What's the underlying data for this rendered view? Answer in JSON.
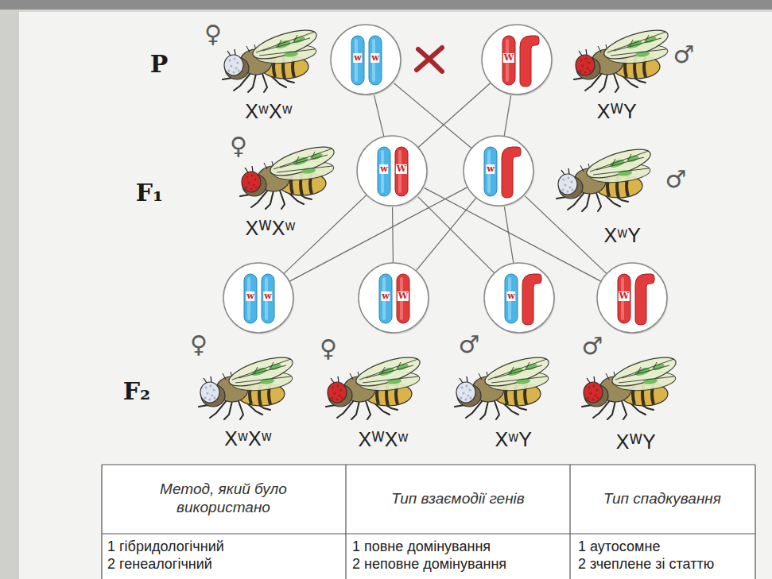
{
  "diagram": {
    "nodes": [
      {
        "text": [
          "w",
          "w"
        ]
      },
      {
        "text": [
          "W"
        ]
      },
      {
        "text": [
          "w",
          "W"
        ]
      },
      {
        "text": [
          "w"
        ]
      },
      {
        "text": [
          "w",
          "w"
        ]
      },
      {
        "text": [
          "w",
          "W"
        ]
      },
      {
        "text": [
          "w"
        ]
      },
      {
        "text": [
          "W"
        ]
      }
    ],
    "edges": [
      {
        "from": 0,
        "to": 2,
        "arrow": "none"
      },
      {
        "from": 0,
        "to": 3,
        "arrow": "none"
      },
      {
        "from": 1,
        "to": 2,
        "arrow": "none"
      },
      {
        "from": 1,
        "to": 3,
        "arrow": "none"
      },
      {
        "from": 2,
        "to": 4,
        "arrow": "none"
      },
      {
        "from": 2,
        "to": 5,
        "arrow": "none"
      },
      {
        "from": 2,
        "to": 6,
        "arrow": "none"
      },
      {
        "from": 2,
        "to": 7,
        "arrow": "none"
      },
      {
        "from": 3,
        "to": 4,
        "arrow": "none"
      },
      {
        "from": 3,
        "to": 5,
        "arrow": "none"
      },
      {
        "from": 3,
        "to": 6,
        "arrow": "none"
      },
      {
        "from": 3,
        "to": 7,
        "arrow": "none"
      }
    ],
    "labels": [
      "P",
      "♀",
      "♂",
      "XʷXʷ",
      "XᵂY",
      "F₁",
      "♀",
      "♂",
      "XᵂXʷ",
      "XʷY",
      "F₂",
      "♀",
      "♀",
      "♂",
      "♂",
      "XʷXʷ",
      "XᵂXʷ",
      "XʷY",
      "XᵂY",
      "Метод, який було використано",
      "Тип взаємодії генів",
      "Тип спадкування",
      "1 гібридологічний",
      "2 генеалогічний",
      "1 повне домінування",
      "2 неповне домінування",
      "1 аутосомне",
      "2 зчеплене зі статтю"
    ]
  }
}
